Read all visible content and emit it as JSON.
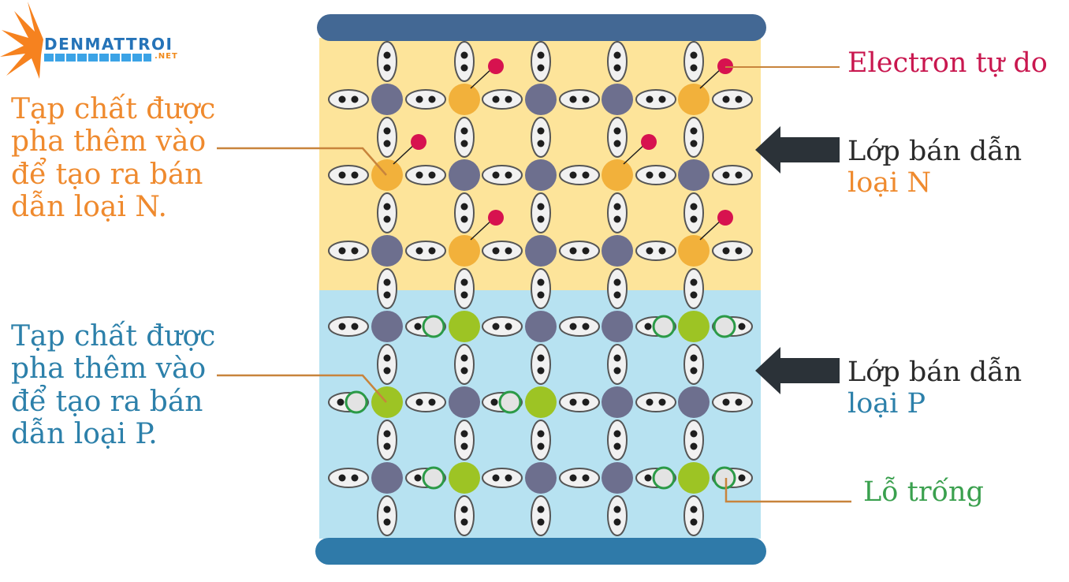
{
  "logo": {
    "name": "DENMATTROI",
    "suffix": ".NET",
    "colors": {
      "sun": "#f6821f",
      "text": "#2573b8",
      "stripes": "#3ba3e6"
    }
  },
  "labels": {
    "free_electron": "Electron tự do",
    "n_layer_line1": "Lớp bán dẫn",
    "n_layer_line2": "loại N",
    "p_layer_line1": "Lớp bán dẫn",
    "p_layer_line2": "loại P",
    "hole": "Lỗ trống",
    "n_impurity": [
      "Tạp chất được",
      "pha thêm vào",
      "để tạo ra bán",
      "dẫn loại N."
    ],
    "p_impurity": [
      "Tạp chất được",
      "pha thêm vào",
      "để tạo ra bán",
      "dẫn loại P."
    ]
  },
  "colors": {
    "n_region": "#fde49a",
    "p_region": "#b7e2f1",
    "electrode_top": "#436894",
    "electrode_bottom": "#2f7aa9",
    "silicon_atom": "#6d6f8e",
    "donor_atom": "#f2b13b",
    "acceptor_atom": "#9dc424",
    "free_electron": "#d7124f",
    "hole_ring": "#2b9a47",
    "n_text": "#ef8a2e",
    "p_text": "#2c80aa",
    "free_electron_text": "#c9174f",
    "hole_text": "#3aa04e",
    "dark_text": "#2b2b2b",
    "arrow": "#2b3238",
    "leader_line": "#c8843c"
  },
  "lattice": {
    "columns": 5,
    "rows": 6,
    "atom_types": [
      [
        "si",
        "donor",
        "si",
        "si",
        "donor"
      ],
      [
        "donor",
        "si",
        "si",
        "donor",
        "si"
      ],
      [
        "si",
        "donor",
        "si",
        "si",
        "donor"
      ],
      [
        "si",
        "acceptor",
        "si",
        "si",
        "acceptor"
      ],
      [
        "acceptor",
        "si",
        "acceptor",
        "si",
        "si"
      ],
      [
        "si",
        "acceptor",
        "si",
        "si",
        "acceptor"
      ]
    ]
  }
}
